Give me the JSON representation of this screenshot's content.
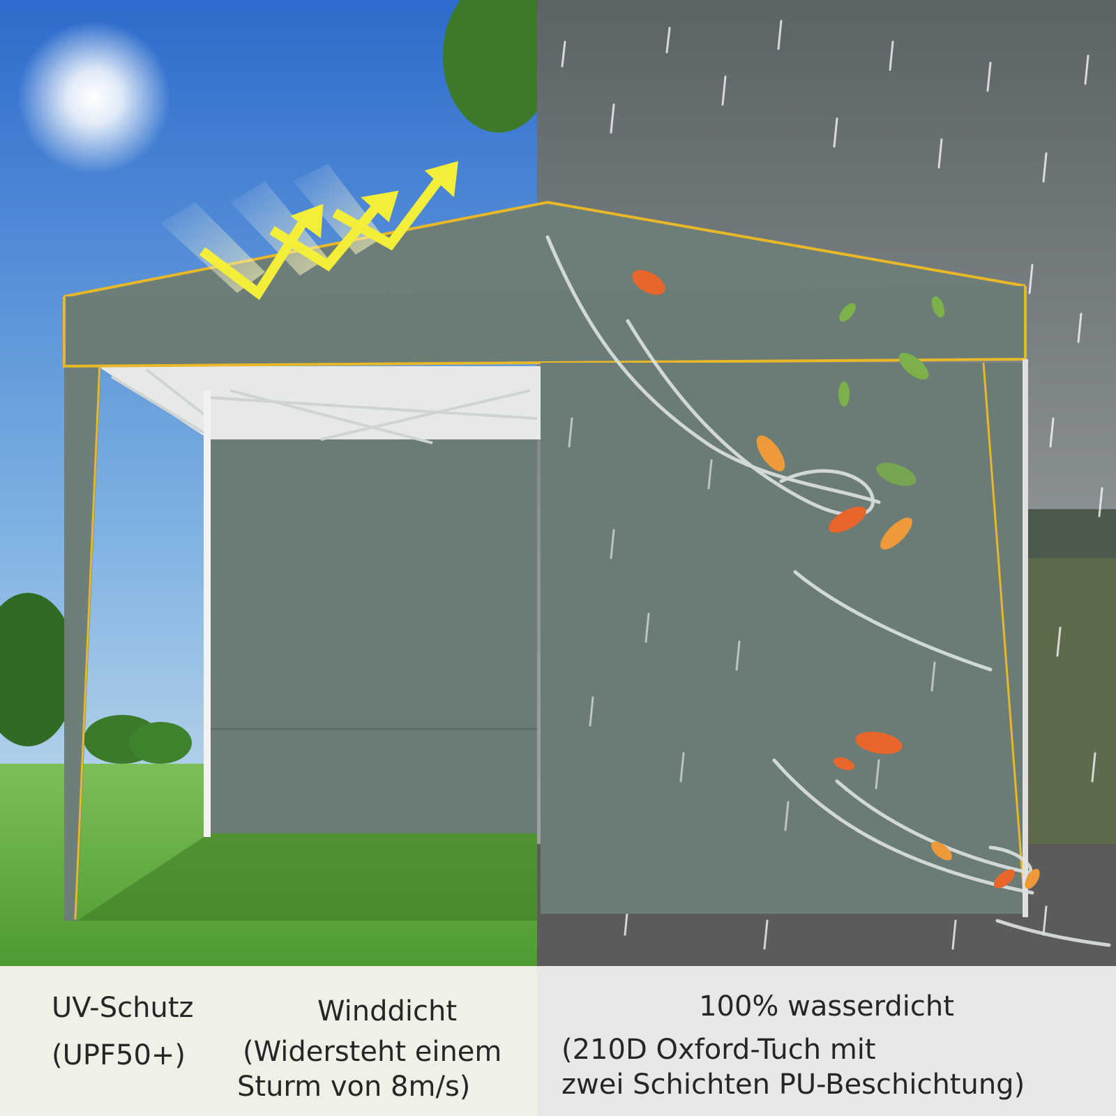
{
  "scene": {
    "subject": "pop-up-gazebo-with-side-walls",
    "colors": {
      "sky_top": "#2f6fd0",
      "sky_bottom": "#cfe2ef",
      "storm_top": "#5d6468",
      "storm_bottom": "#9aa0a3",
      "grass": "#5aa43a",
      "canopy": "#6c7d77",
      "canopy_trim": "#e8b828",
      "gravel": "#5a5a5a",
      "arrow": "#f2ee3a",
      "leaf_orange": "#e9662a",
      "leaf_green": "#7bb04a"
    }
  },
  "captions": {
    "uv": {
      "line1": "UV-Schutz",
      "line2": "(UPF50+)"
    },
    "wind": {
      "line1": "Winddicht",
      "line2": "(Widersteht einem",
      "line3": "Sturm von 8m/s)"
    },
    "water": {
      "line1": "100% wasserdicht",
      "line2": "(210D Oxford-Tuch mit",
      "line3": "zwei Schichten PU-Beschichtung)"
    }
  }
}
